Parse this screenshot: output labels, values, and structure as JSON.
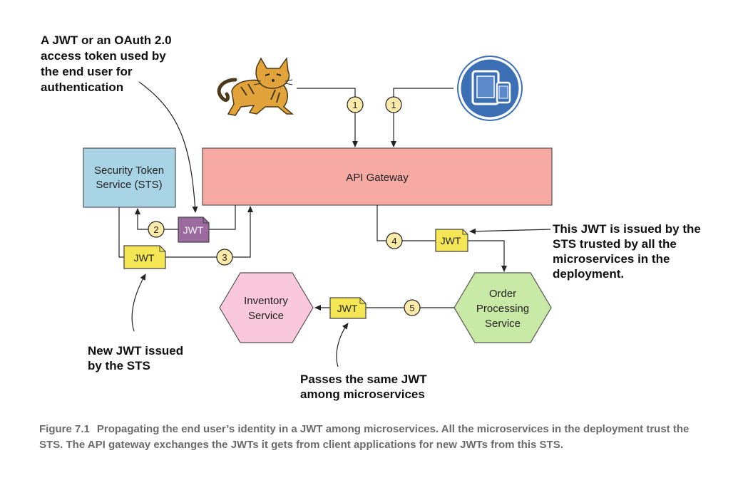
{
  "annotations": {
    "jwt_or_oauth": [
      "A JWT or an OAuth 2.0",
      "access token used by",
      "the end user for",
      "authentication"
    ],
    "issued_by_sts": [
      "This JWT is issued by the",
      "STS trusted by all the",
      "microservices in the",
      "deployment."
    ],
    "new_jwt": [
      "New JWT issued",
      "by the STS"
    ],
    "passes_same": [
      "Passes the same JWT",
      "among microservices"
    ]
  },
  "nodes": {
    "sts": [
      "Security Token",
      "Service (STS)"
    ],
    "gateway": "API Gateway",
    "inventory": [
      "Inventory",
      "Service"
    ],
    "order": [
      "Order",
      "Processing",
      "Service"
    ]
  },
  "tokens": {
    "t2": "JWT",
    "t3": "JWT",
    "t4": "JWT",
    "t5": "JWT"
  },
  "steps": {
    "s1a": "1",
    "s1b": "1",
    "s2": "2",
    "s3": "3",
    "s4": "4",
    "s5": "5"
  },
  "icons": {
    "client_a": "tomcat-cat-icon",
    "client_b": "mobile-tablet-icon"
  },
  "colors": {
    "sts_fill": "#a8d4e6",
    "gateway_fill": "#f7aaa4",
    "inventory_fill": "#f9c8dc",
    "order_fill": "#c9eaa6",
    "jwt_yellow": "#f5e655",
    "jwt_purple": "#9b6a9e",
    "step_fill": "#fbeaa8"
  },
  "caption": {
    "figure": "Figure 7.1",
    "text": "Propagating the end user’s identity in a JWT among microservices. All the microservices in the deployment trust the STS. The API gateway exchanges the JWTs it gets from client applications for new JWTs from this STS."
  }
}
